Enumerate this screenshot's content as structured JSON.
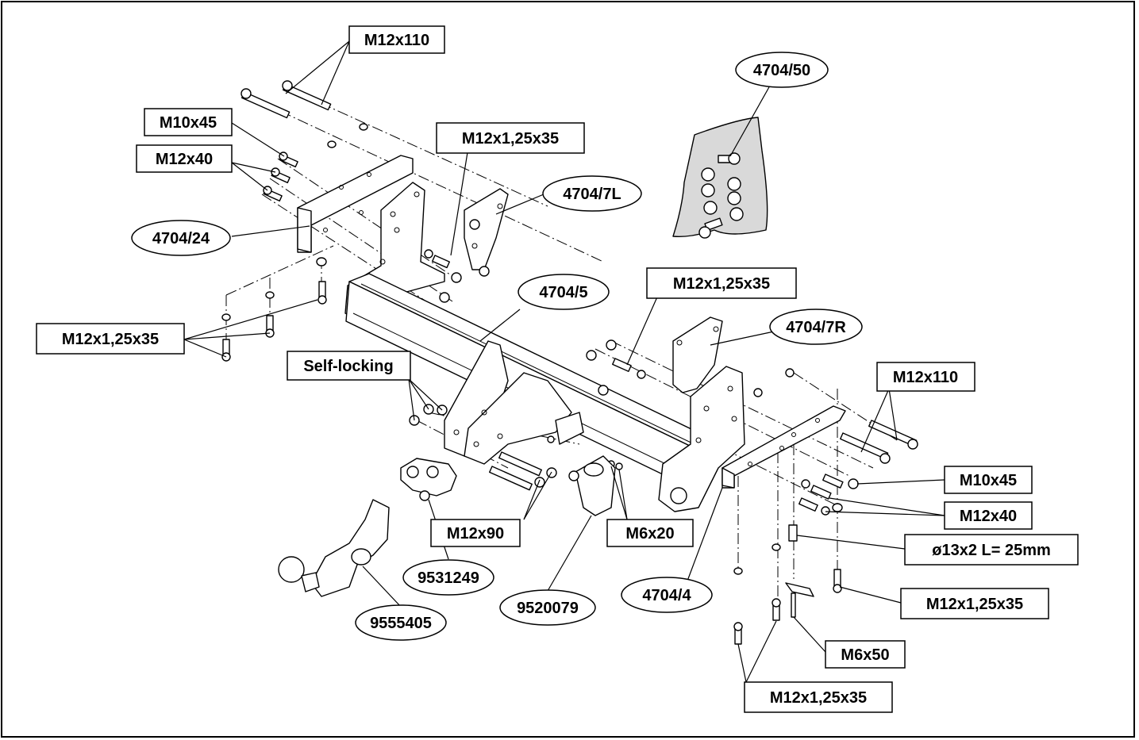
{
  "labels": {
    "m12x110_top": "M12x110",
    "m10x45_left": "M10x45",
    "m12x40_left": "M12x40",
    "p4704_24": "4704/24",
    "m12x125x35_left": "M12x1,25x35",
    "m12x125x35_topmid": "M12x1,25x35",
    "p4704_7L": "4704/7L",
    "p4704_50": "4704/50",
    "p4704_5": "4704/5",
    "m12x125x35_mid": "M12x1,25x35",
    "p4704_7R": "4704/7R",
    "self_locking": "Self-locking",
    "m12x110_right": "M12x110",
    "m10x45_right": "M10x45",
    "m12x40_right": "M12x40",
    "spacer": "ø13x2 L= 25mm",
    "m12x125x35_right": "M12x1,25x35",
    "m12x90": "M12x90",
    "m6x20": "M6x20",
    "p9531249": "9531249",
    "p9520079": "9520079",
    "p9555405": "9555405",
    "p4704_4": "4704/4",
    "m6x50": "M6x50",
    "m12x125x35_bottom": "M12x1,25x35"
  }
}
